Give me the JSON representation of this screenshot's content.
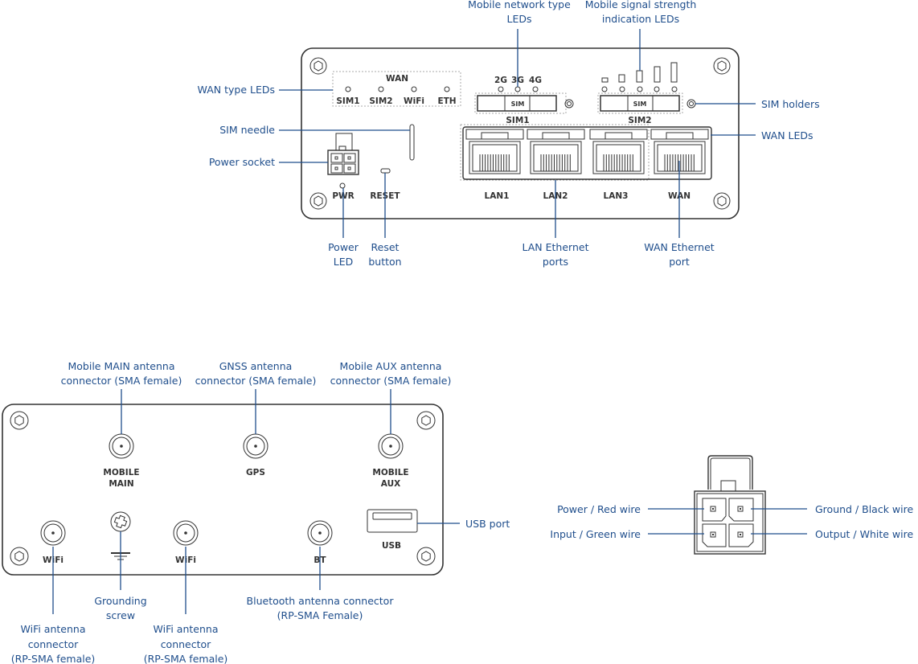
{
  "front_panel": {
    "device_labels": {
      "wan_group": "WAN",
      "wan_leds": [
        "SIM1",
        "SIM2",
        "WiFi",
        "ETH"
      ],
      "network_types": [
        "2G",
        "3G",
        "4G"
      ],
      "sim_slot_text": "SIM",
      "sim1": "SIM1",
      "sim2": "SIM2",
      "pwr": "PWR",
      "reset": "RESET",
      "ports": [
        "LAN1",
        "LAN2",
        "LAN3",
        "WAN"
      ]
    },
    "annotations": {
      "mobile_network_type_leds": [
        "Mobile network type",
        "LEDs"
      ],
      "signal_strength_leds": [
        "Mobile signal strength",
        "indication LEDs"
      ],
      "wan_type_leds": "WAN type LEDs",
      "sim_needle": "SIM needle",
      "power_socket": "Power socket",
      "sim_holders": "SIM holders",
      "wan_leds": "WAN LEDs",
      "power_led": [
        "Power",
        "LED"
      ],
      "reset_button": [
        "Reset",
        "button"
      ],
      "lan_ethernet_ports": [
        "LAN Ethernet",
        "ports"
      ],
      "wan_ethernet_port": [
        "WAN Ethernet",
        "port"
      ]
    }
  },
  "back_panel": {
    "device_labels": {
      "mobile_main": [
        "MOBILE",
        "MAIN"
      ],
      "gps": "GPS",
      "mobile_aux": [
        "MOBILE",
        "AUX"
      ],
      "wifi1": "WiFi",
      "wifi2": "WiFi",
      "bt": "BT",
      "usb": "USB"
    },
    "annotations": {
      "mobile_main_antenna": [
        "Mobile MAIN antenna",
        "connector (SMA female)"
      ],
      "gnss_antenna": [
        "GNSS antenna",
        "connector (SMA female)"
      ],
      "mobile_aux_antenna": [
        "Mobile AUX antenna",
        "connector (SMA female)"
      ],
      "usb_port": "USB port",
      "grounding_screw": [
        "Grounding",
        "screw"
      ],
      "bluetooth_antenna": [
        "Bluetooth antenna connector",
        "(RP-SMA Female)"
      ],
      "wifi_antenna_1": [
        "WiFi antenna",
        "connector",
        "(RP-SMA female)"
      ],
      "wifi_antenna_2": [
        "WiFi antenna",
        "connector",
        "(RP-SMA female)"
      ]
    }
  },
  "power_connector": {
    "annotations": {
      "power": "Power / Red wire",
      "input": "Input / Green wire",
      "ground": "Ground / Black wire",
      "output": "Output / White wire"
    }
  },
  "colors": {
    "annotation": "#1f4e8c",
    "device_outline": "#333333"
  }
}
